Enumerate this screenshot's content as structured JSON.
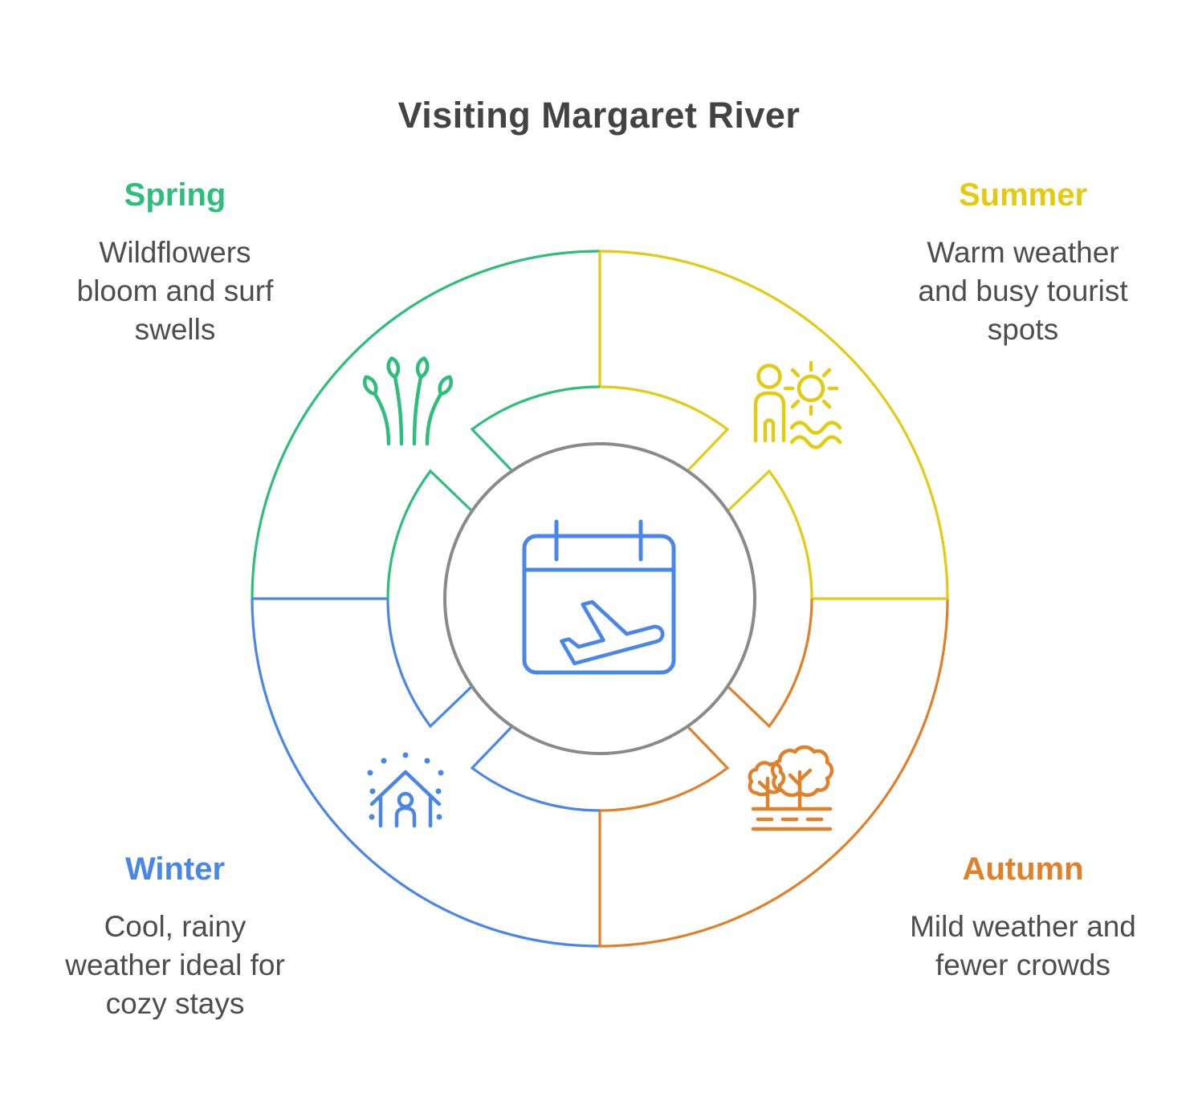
{
  "title": "Visiting Margaret River",
  "palette": {
    "spring_green": "#2FBD7C",
    "summer_yellow": "#E2CB12",
    "autumn_orange": "#E0802B",
    "winter_blue": "#4A86E8",
    "center_ring_gray": "#8A8A8A",
    "title_text": "#434343",
    "body_text": "#4D4D4D"
  },
  "center": {
    "icon": "calendar-plane-icon"
  },
  "seasons": [
    {
      "id": "spring",
      "label": "Spring",
      "description": "Wildflowers bloom and surf swells",
      "color": "#2FBD7C",
      "icon": "wildflowers-icon",
      "position": "top-left"
    },
    {
      "id": "summer",
      "label": "Summer",
      "description": "Warm weather and busy tourist spots",
      "color": "#E2CB12",
      "icon": "person-sun-waves-icon",
      "position": "top-right"
    },
    {
      "id": "autumn",
      "label": "Autumn",
      "description": "Mild weather and fewer crowds",
      "color": "#E0802B",
      "icon": "trees-road-icon",
      "position": "bottom-right"
    },
    {
      "id": "winter",
      "label": "Winter",
      "description": "Cool, rainy weather ideal for cozy stays",
      "color": "#4A86E8",
      "icon": "cozy-house-snow-icon",
      "position": "bottom-left"
    }
  ]
}
